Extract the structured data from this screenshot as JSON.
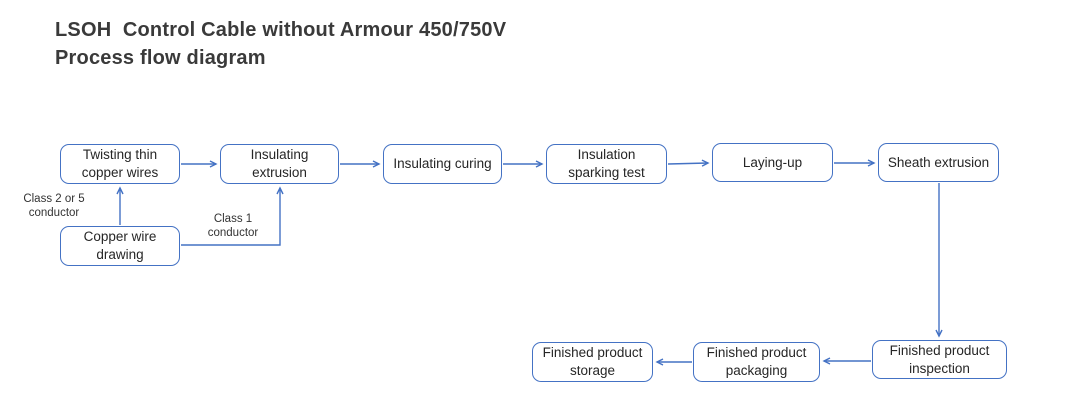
{
  "title": {
    "line1": "LSOH  Control Cable without Armour 450/750V",
    "line2": "Process flow diagram"
  },
  "colors": {
    "accent": "#4472C4",
    "node_border": "#4472C4",
    "node_fill": "#FFFFFF",
    "node_text": "#262626",
    "title_text": "#3A3A3A",
    "annotation_text": "#333333",
    "page_bg": "#FFFFFF"
  },
  "diagram": {
    "type": "flowchart",
    "nodes": [
      {
        "id": "twisting-thin-copper-wires",
        "label": "Twisting thin copper wires"
      },
      {
        "id": "insulating-extrusion",
        "label": "Insulating extrusion"
      },
      {
        "id": "insulating-curing",
        "label": "Insulating curing"
      },
      {
        "id": "insulation-sparking-test",
        "label": "Insulation sparking test"
      },
      {
        "id": "laying-up",
        "label": "Laying-up"
      },
      {
        "id": "sheath-extrusion",
        "label": "Sheath extrusion"
      },
      {
        "id": "copper-wire-drawing",
        "label": "Copper wire drawing"
      },
      {
        "id": "finished-product-inspection",
        "label": "Finished product inspection"
      },
      {
        "id": "finished-product-packaging",
        "label": "Finished product packaging"
      },
      {
        "id": "finished-product-storage",
        "label": "Finished product storage"
      }
    ],
    "edges": [
      {
        "from": "Twisting thin copper wires",
        "to": "Insulating extrusion"
      },
      {
        "from": "Insulating extrusion",
        "to": "Insulating curing"
      },
      {
        "from": "Insulating curing",
        "to": "Insulation sparking test"
      },
      {
        "from": "Insulation sparking test",
        "to": "Laying-up"
      },
      {
        "from": "Laying-up",
        "to": "Sheath extrusion"
      },
      {
        "from": "Sheath extrusion",
        "to": "Finished product inspection"
      },
      {
        "from": "Finished product inspection",
        "to": "Finished product packaging"
      },
      {
        "from": "Finished product packaging",
        "to": "Finished product storage"
      },
      {
        "from": "Copper wire drawing",
        "to": "Twisting thin copper wires",
        "label": "Class 2 or 5 conductor"
      },
      {
        "from": "Copper wire drawing",
        "to": "Insulating extrusion",
        "label": "Class 1 conductor"
      }
    ],
    "annotations": [
      {
        "id": "class-2-or-5-conductor",
        "label": "Class 2 or 5 conductor"
      },
      {
        "id": "class-1-conductor",
        "label": "Class 1 conductor"
      }
    ]
  }
}
